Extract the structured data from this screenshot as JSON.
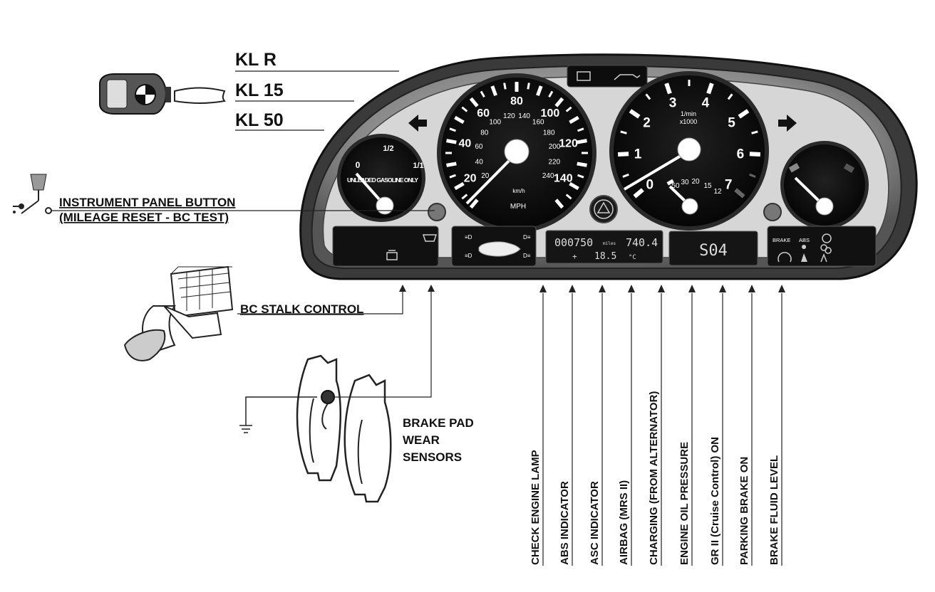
{
  "ignition": {
    "kl_r": "KL R",
    "kl_15": "KL 15",
    "kl_50": "KL 50"
  },
  "labels": {
    "instrument_button_1": "INSTRUMENT PANEL BUTTON",
    "instrument_button_2": "(MILEAGE RESET - BC TEST)",
    "bc_stalk": "BC STALK CONTROL",
    "brake_pad_1": "BRAKE PAD",
    "brake_pad_2": "WEAR",
    "brake_pad_3": "SENSORS"
  },
  "inputs": [
    "CHECK ENGINE LAMP",
    "ABS INDICATOR",
    "ASC INDICATOR",
    "AIRBAG (MRS II)",
    "CHARGING (FROM ALTERNATOR)",
    "ENGINE OIL PRESSURE",
    "GR II (Cruise Control) ON",
    "PARKING BRAKE ON",
    "BRAKE FLUID LEVEL"
  ],
  "speedometer": {
    "outer_ticks": [
      "20",
      "40",
      "60",
      "80",
      "100",
      "120",
      "140"
    ],
    "inner_ticks": [
      "20",
      "40",
      "60",
      "80",
      "100",
      "120",
      "140",
      "160",
      "180",
      "200",
      "220",
      "240"
    ],
    "unit_inner": "km/h",
    "unit_outer": "MPH"
  },
  "tachometer": {
    "ticks": [
      "0",
      "1",
      "2",
      "3",
      "4",
      "5",
      "6",
      "7"
    ],
    "unit_1": "1/min",
    "unit_2": "x1000",
    "eco_ticks": [
      "50",
      "30",
      "20",
      "15",
      "12"
    ]
  },
  "fuel_gauge": {
    "empty": "0",
    "half": "1/2",
    "full": "1/1",
    "caption": "UNLEADED GASOLINE ONLY"
  },
  "odometer": {
    "total": "000750",
    "unit": "miles",
    "trip": "740.4",
    "sign": "+",
    "temp": "18.5",
    "temp_unit": "°C"
  },
  "service_display": "S04",
  "warning_labels": {
    "brake": "BRAKE",
    "abs": "ABS"
  }
}
